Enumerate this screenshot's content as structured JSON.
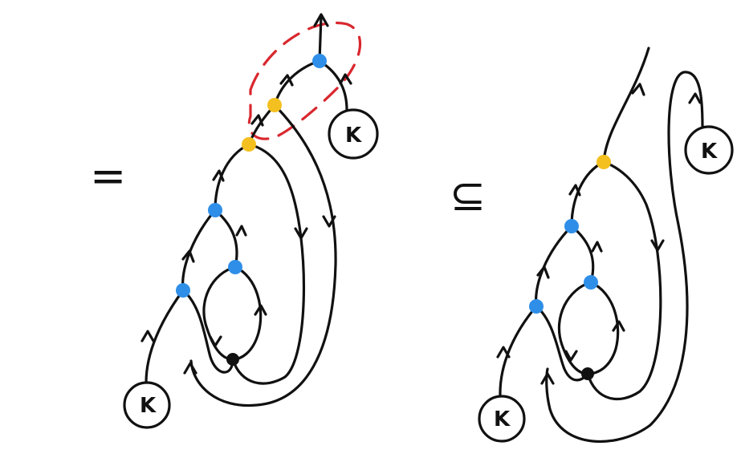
{
  "diagram": {
    "left_relation_symbol": "=",
    "right_relation_symbol": "⊆",
    "left": {
      "box_bottom_label": "K",
      "box_top_label": "K"
    },
    "right": {
      "box_bottom_label": "K",
      "box_top_label": "K"
    }
  },
  "colors": {
    "ink": "#111111",
    "blue_node": "#2f8fe8",
    "yellow_node": "#f3c020",
    "black_node": "#111111",
    "highlight": "#d9272e"
  }
}
